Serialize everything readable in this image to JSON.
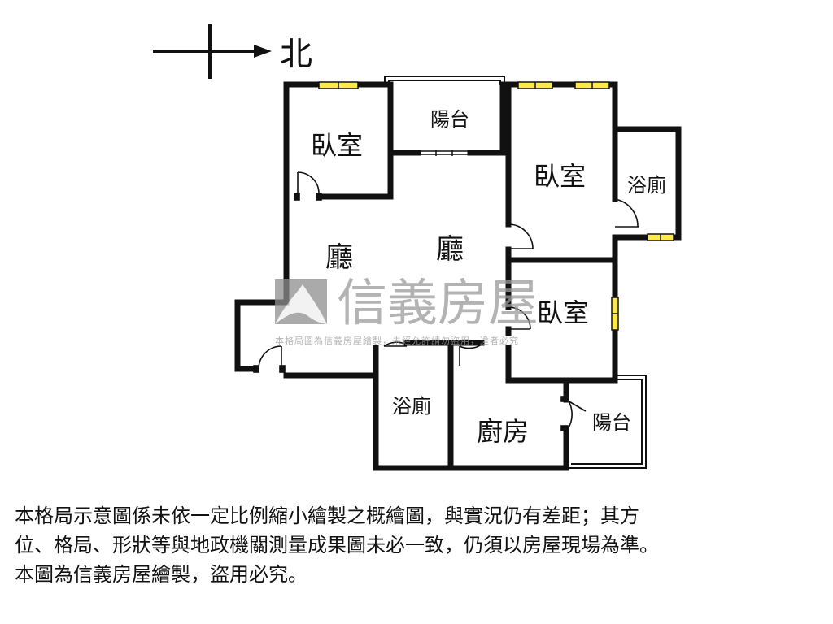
{
  "compass": {
    "direction_label": "北"
  },
  "rooms": {
    "bedroom_nw": "臥室",
    "balcony_top": "陽台",
    "bedroom_ne": "臥室",
    "bathroom_east": "浴廁",
    "living_left": "廳",
    "living_right": "廳",
    "bedroom_east": "臥室",
    "bathroom_south": "浴廁",
    "kitchen": "廚房",
    "balcony_south": "陽台"
  },
  "watermark": {
    "brand": "信義房屋",
    "notice": "本格局圖為信義房屋繪製，未經允許請勿盜用，違者必究"
  },
  "disclaimer": {
    "line1": "本格局示意圖係未依一定比例縮小繪製之概繪圖，與實況仍有差距；其方",
    "line2": "位、格局、形狀等與地政機關測量成果圖未必一致，仍須以房屋現場為準。",
    "line3": "本圖為信義房屋繪製，盜用必究。"
  },
  "colors": {
    "wall": "#111111",
    "window": "#ffe94a",
    "watermark": "#9a9a9a",
    "watermark_logo": "#8e8e8e"
  }
}
